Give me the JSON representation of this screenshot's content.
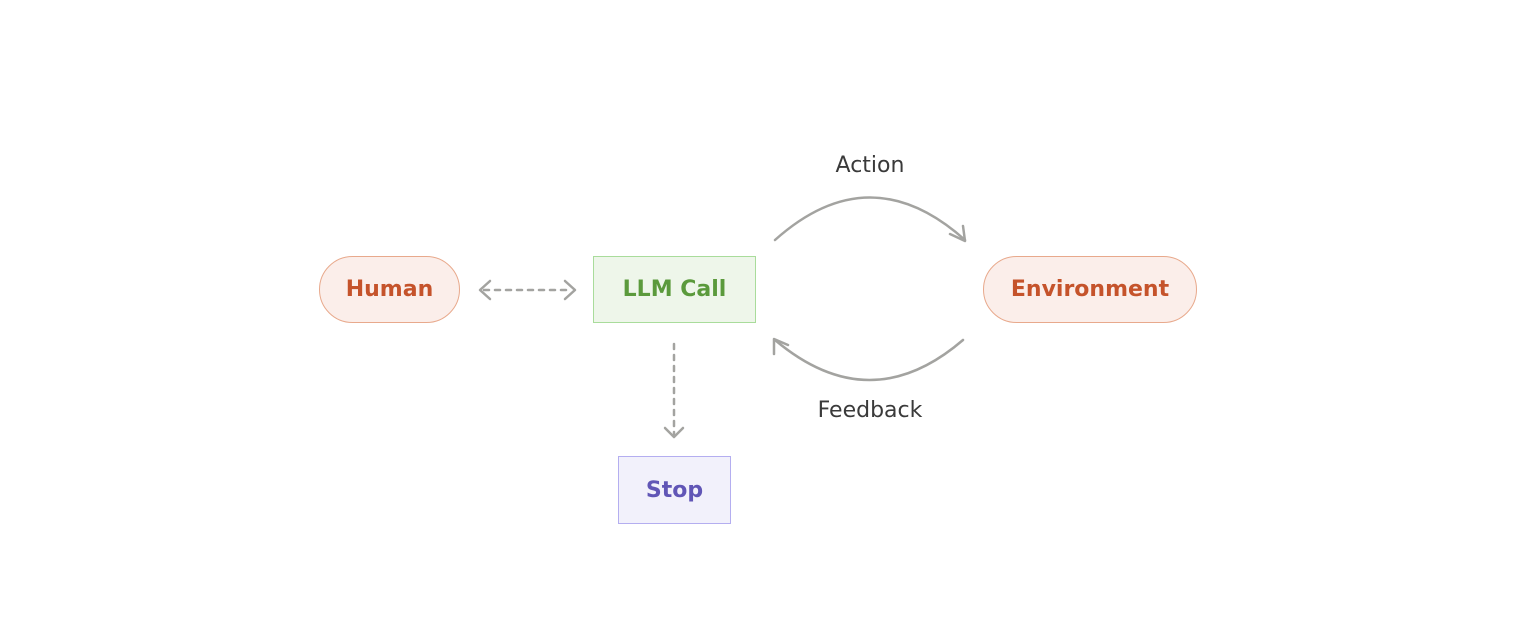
{
  "nodes": {
    "human": "Human",
    "llm_call": "LLM Call",
    "environment": "Environment",
    "stop": "Stop"
  },
  "edges": {
    "action": "Action",
    "feedback": "Feedback"
  },
  "colors": {
    "pill_border": "#e8a98c",
    "pill_fill": "#fbeeea",
    "pill_text": "#c5532b",
    "llm_border": "#a9dc9b",
    "llm_fill": "#eef6ea",
    "llm_text": "#5b9a3c",
    "stop_border": "#b4aef0",
    "stop_fill": "#f2f1fb",
    "stop_text": "#6156b6",
    "arrow": "#a3a3a0"
  }
}
